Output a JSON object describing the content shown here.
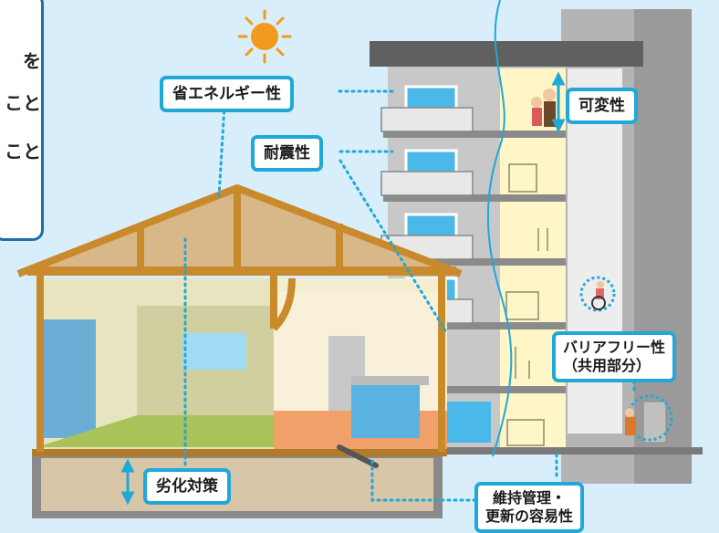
{
  "intro_fragments": [
    "を",
    "こと",
    "こと"
  ],
  "labels": {
    "energy": "省エネルギー性",
    "seismic": "耐震性",
    "variable": "可変性",
    "barrier_line1": "バリアフリー性",
    "barrier_line2": "（共用部分）",
    "deterioration": "劣化対策",
    "maintenance_line1": "維持管理・",
    "maintenance_line2": "更新の容易性"
  },
  "colors": {
    "accent": "#1fa8d8",
    "sky": "#d8eefa",
    "roof": "#c98a2c",
    "sun": "#f39a1e"
  }
}
